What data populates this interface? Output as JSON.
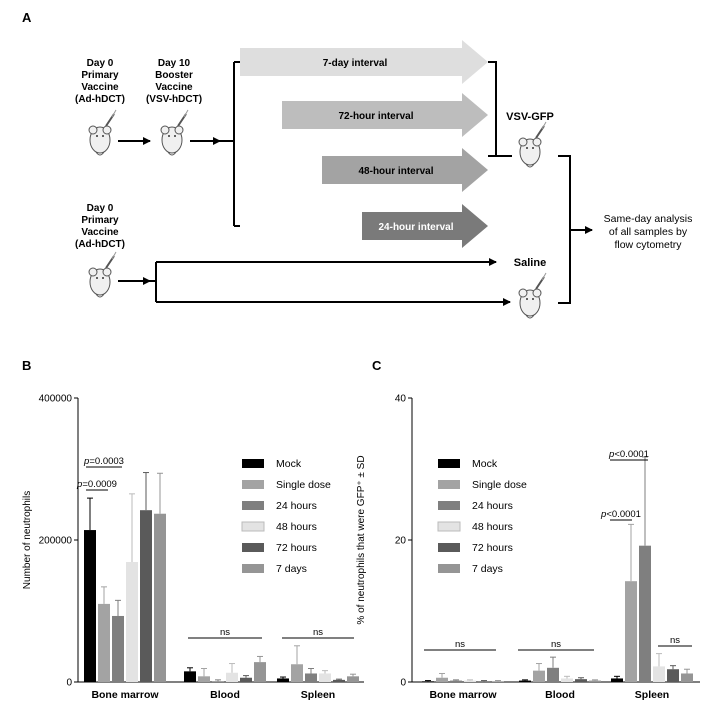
{
  "panel_a": {
    "label": "A",
    "group1_day0": [
      "Day 0",
      "Primary",
      "Vaccine",
      "(Ad-hDCT)"
    ],
    "group1_day10": [
      "Day 10",
      "Booster",
      "Vaccine",
      "(VSV-hDCT)"
    ],
    "group2_day0": [
      "Day 0",
      "Primary",
      "Vaccine",
      "(Ad-hDCT)"
    ],
    "intervals": [
      "7-day interval",
      "72-hour interval",
      "48-hour interval",
      "24-hour interval"
    ],
    "interval_colors": [
      "#dedede",
      "#bdbdbd",
      "#a3a3a3",
      "#7a7a7a"
    ],
    "vsv_gfp": "VSV-GFP",
    "saline": "Saline",
    "analysis": [
      "Same-day analysis",
      "of all samples by",
      "flow cytometry"
    ]
  },
  "panel_b": {
    "label": "B"
  },
  "panel_c": {
    "label": "C"
  },
  "chart_data": [
    {
      "type": "bar",
      "ylabel": "Number of neutrophils",
      "ylim": [
        0,
        400000
      ],
      "yticks": [
        "0",
        "200000",
        "400000"
      ],
      "categories": [
        "Bone  marrow",
        "Blood",
        "Spleen"
      ],
      "legend": "top-right",
      "series": [
        {
          "name": "Mock",
          "color": "#000000",
          "values": [
            214000,
            15000,
            5000
          ],
          "errors": [
            45000,
            5000,
            2000
          ]
        },
        {
          "name": "Single dose",
          "color": "#a3a3a3",
          "values": [
            110000,
            8000,
            25000
          ],
          "errors": [
            24000,
            11000,
            26000
          ]
        },
        {
          "name": "24 hours",
          "color": "#7f7f7f",
          "values": [
            93000,
            1000,
            12000
          ],
          "errors": [
            22000,
            2000,
            7000
          ]
        },
        {
          "name": "48 hours",
          "color": "#e3e3e3",
          "values": [
            169000,
            13000,
            12000
          ],
          "errors": [
            96000,
            13000,
            4000
          ]
        },
        {
          "name": "72 hours",
          "color": "#5a5a5a",
          "values": [
            242000,
            6000,
            3000
          ],
          "errors": [
            53000,
            3000,
            1000
          ]
        },
        {
          "name": "7 days",
          "color": "#959595",
          "values": [
            237000,
            28000,
            8000
          ],
          "errors": [
            57000,
            8000,
            3000
          ]
        }
      ],
      "annotations": [
        {
          "text": "p=0.0009",
          "between": [
            0,
            1
          ],
          "group": 0
        },
        {
          "text": "p=0.0003",
          "between": [
            0,
            2
          ],
          "group": 0
        },
        {
          "text": "ns",
          "group": 1
        },
        {
          "text": "ns",
          "group": 2
        }
      ]
    },
    {
      "type": "bar",
      "ylabel": "% of neutrophils that were GFP⁺ ± SD",
      "ylim": [
        0,
        40
      ],
      "yticks": [
        "0",
        "20",
        "40"
      ],
      "categories": [
        "Bone  marrow",
        "Blood",
        "Spleen"
      ],
      "legend": "top-left",
      "series": [
        {
          "name": "Mock",
          "color": "#000000",
          "values": [
            0.1,
            0.2,
            0.5
          ],
          "errors": [
            0.1,
            0.1,
            0.3
          ]
        },
        {
          "name": "Single dose",
          "color": "#a3a3a3",
          "values": [
            0.6,
            1.6,
            14.2
          ],
          "errors": [
            0.6,
            1.0,
            8.0
          ]
        },
        {
          "name": "24 hours",
          "color": "#7f7f7f",
          "values": [
            0.2,
            2.0,
            19.2
          ],
          "errors": [
            0.1,
            1.5,
            12.5
          ]
        },
        {
          "name": "48 hours",
          "color": "#e3e3e3",
          "values": [
            0.2,
            0.5,
            2.2
          ],
          "errors": [
            0.1,
            0.3,
            1.8
          ]
        },
        {
          "name": "72 hours",
          "color": "#5a5a5a",
          "values": [
            0.1,
            0.4,
            1.8
          ],
          "errors": [
            0.1,
            0.2,
            0.5
          ]
        },
        {
          "name": "7 days",
          "color": "#959595",
          "values": [
            0.1,
            0.2,
            1.2
          ],
          "errors": [
            0.1,
            0.1,
            0.6
          ]
        }
      ],
      "annotations": [
        {
          "text": "p<0.0001",
          "between": [
            0,
            1
          ],
          "group": 2
        },
        {
          "text": "p<0.0001",
          "between": [
            0,
            2
          ],
          "group": 2
        },
        {
          "text": "ns",
          "group": 0
        },
        {
          "text": "ns",
          "group": 1
        },
        {
          "text": "ns",
          "group": 2
        }
      ]
    }
  ]
}
